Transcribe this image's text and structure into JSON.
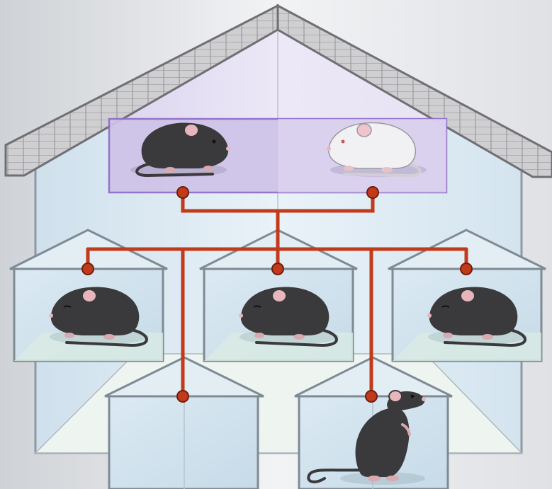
{
  "diagram": {
    "subject": "mouse-breeding-pedigree",
    "parents": [
      {
        "id": "parent-black",
        "coat": "black"
      },
      {
        "id": "parent-white",
        "coat": "white"
      }
    ],
    "offspring": [
      {
        "id": "offspring-1",
        "coat": "black",
        "pose": "sitting"
      },
      {
        "id": "offspring-2",
        "coat": "black",
        "pose": "sitting"
      },
      {
        "id": "offspring-3",
        "coat": "black",
        "pose": "sitting"
      }
    ],
    "next_generation": [
      {
        "id": "grandchild-1",
        "coat": "none",
        "pose": "empty"
      },
      {
        "id": "grandchild-2",
        "coat": "black",
        "pose": "standing"
      }
    ]
  },
  "colors": {
    "connector": "#c23a1a",
    "parent_box": "#cdbfe6",
    "parent_border": "#8e6cc9",
    "house_fill": "#d8e8f2",
    "roof_fill": "#c9c9cc",
    "mouse_black": "#3a3a3c",
    "mouse_white": "#f0f0f2",
    "ear_pink": "#e7b6bd"
  }
}
